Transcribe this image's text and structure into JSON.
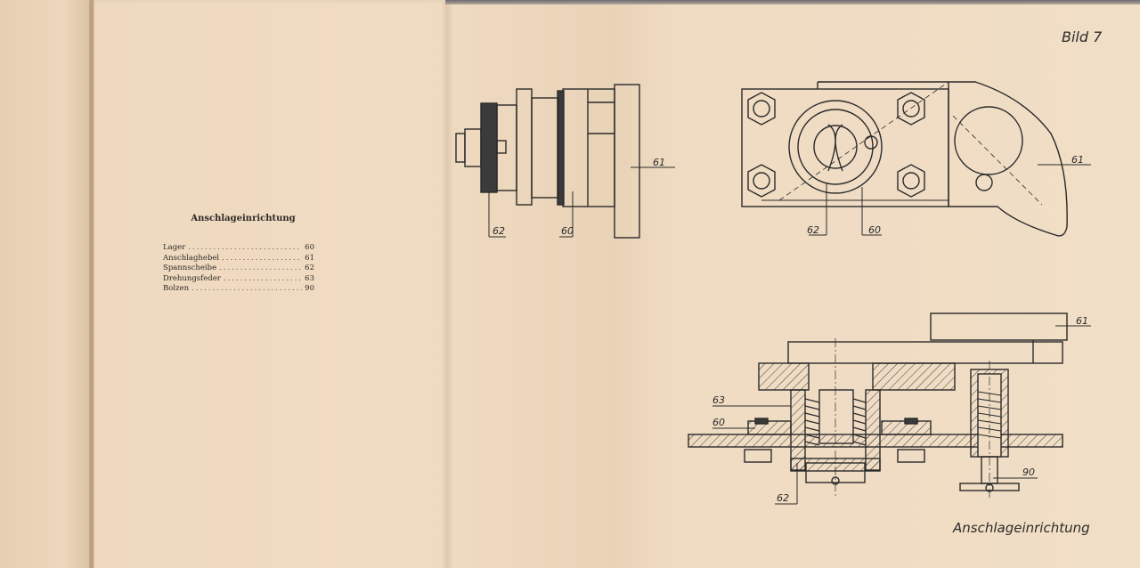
{
  "legend": {
    "title": "Anschlageinrichtung",
    "items": [
      {
        "label": "Lager",
        "number": "60"
      },
      {
        "label": "Anschlaghebel",
        "number": "61"
      },
      {
        "label": "Spannscheibe",
        "number": "62"
      },
      {
        "label": "Drehungsfeder",
        "number": "63"
      },
      {
        "label": "Bolzen",
        "number": "90"
      }
    ]
  },
  "figure": {
    "label": "Bild 7",
    "caption": "Anschlageinrichtung",
    "callouts": {
      "side_61": "61",
      "side_62": "62",
      "side_60": "60",
      "front_61": "61",
      "front_62": "62",
      "front_60": "60",
      "sec_61": "61",
      "sec_63": "63",
      "sec_60": "60",
      "sec_62": "62",
      "sec_90": "90"
    }
  },
  "colors": {
    "paper": "#efdbc2",
    "ink": "#2a2a2a"
  }
}
